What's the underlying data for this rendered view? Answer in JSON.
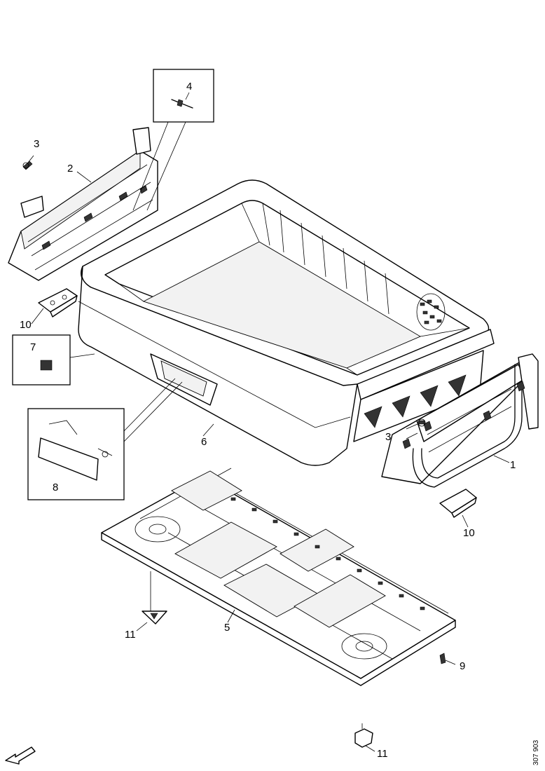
{
  "diagram": {
    "reference_code": "307 903",
    "callouts": {
      "c1": "1",
      "c2": "2",
      "c3a": "3",
      "c3b": "3",
      "c4": "4",
      "c5": "5",
      "c6": "6",
      "c7": "7",
      "c8": "8",
      "c9": "9",
      "c10a": "10",
      "c10b": "10",
      "c11a": "11",
      "c11b": "11"
    }
  }
}
